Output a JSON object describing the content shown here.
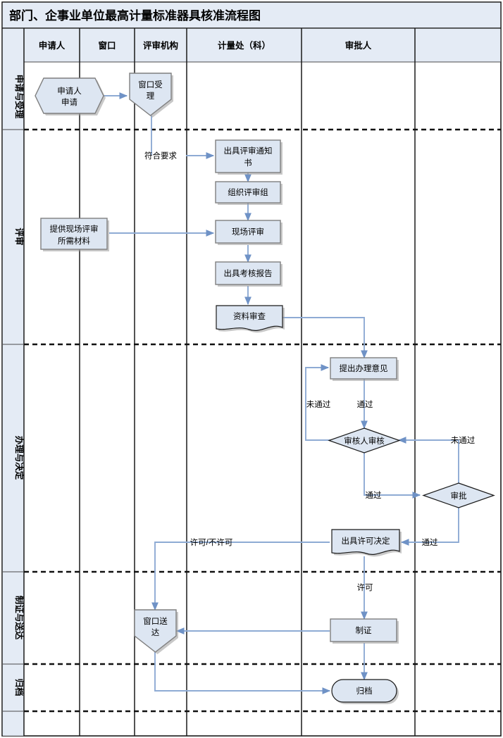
{
  "document": {
    "title": "部门、企事业单位最高计量标准器具核准流程图",
    "accent_color": "#8eabd4",
    "shape_fill": "#dde6f2",
    "header_fill": "#e4ebf5"
  },
  "columns": [
    {
      "id": "applicant",
      "label": "申请人"
    },
    {
      "id": "window",
      "label": "窗口"
    },
    {
      "id": "review-org",
      "label": "评审机构"
    },
    {
      "id": "metrology-dept",
      "label": "计量处（科）"
    },
    {
      "id": "approver",
      "label": "审批人"
    }
  ],
  "bands": [
    {
      "id": "apply-accept",
      "label": "申请与受理"
    },
    {
      "id": "review",
      "label": "评审"
    },
    {
      "id": "process-decide",
      "label": "办理与决定"
    },
    {
      "id": "issue-deliver",
      "label": "制证与送达"
    },
    {
      "id": "archive",
      "label": "归档"
    }
  ],
  "nodes": [
    {
      "id": "applicant-apply",
      "label": "申请人申请",
      "line1": "申请人",
      "line2": "申请",
      "shape": "hexagon",
      "column": "applicant",
      "band": "apply-accept"
    },
    {
      "id": "window-accept",
      "label": "窗口受理",
      "line1": "窗口受",
      "line2": "理",
      "shape": "pentagon-down",
      "column": "window",
      "band": "apply-accept"
    },
    {
      "id": "issue-review-notice",
      "label": "出具评审通知书",
      "line1": "出具评审通知",
      "line2": "书",
      "shape": "rect",
      "column": "review-org",
      "band": "review"
    },
    {
      "id": "organize-review-group",
      "label": "组织评审组",
      "line1": "组织评审组",
      "line2": "",
      "shape": "rect",
      "column": "review-org",
      "band": "review"
    },
    {
      "id": "onsite-review",
      "label": "现场评审",
      "line1": "现场评审",
      "line2": "",
      "shape": "rect",
      "column": "review-org",
      "band": "review"
    },
    {
      "id": "issue-assessment-report",
      "label": "出具考核报告",
      "line1": "出具考核报告",
      "line2": "",
      "shape": "rect",
      "column": "review-org",
      "band": "review"
    },
    {
      "id": "material-review",
      "label": "资料审查",
      "line1": "资料审查",
      "line2": "",
      "shape": "document",
      "column": "review-org",
      "band": "review"
    },
    {
      "id": "provide-materials",
      "label": "提供现场评审所需材料",
      "line1": "提供现场评审",
      "line2": "所需材料",
      "shape": "rect",
      "column": "applicant",
      "band": "review"
    },
    {
      "id": "propose-opinion",
      "label": "提出办理意见",
      "line1": "提出办理意见",
      "line2": "",
      "shape": "rect",
      "column": "metrology-dept",
      "band": "process-decide"
    },
    {
      "id": "reviewer-check",
      "label": "审核人审核",
      "line1": "审核人审核",
      "line2": "",
      "shape": "diamond",
      "column": "metrology-dept",
      "band": "process-decide"
    },
    {
      "id": "approval",
      "label": "审批",
      "line1": "审批",
      "line2": "",
      "shape": "diamond",
      "column": "approver",
      "band": "process-decide"
    },
    {
      "id": "issue-permit-decision",
      "label": "出具许可决定",
      "line1": "出具许可决定",
      "line2": "",
      "shape": "document",
      "column": "metrology-dept",
      "band": "process-decide"
    },
    {
      "id": "window-delivery",
      "label": "窗口送达",
      "line1": "窗口送",
      "line2": "达",
      "shape": "pentagon-down",
      "column": "window",
      "band": "issue-deliver"
    },
    {
      "id": "make-certificate",
      "label": "制证",
      "line1": "制证",
      "line2": "",
      "shape": "rect",
      "column": "metrology-dept",
      "band": "issue-deliver"
    },
    {
      "id": "archive-node",
      "label": "归档",
      "line1": "归档",
      "line2": "",
      "shape": "rounded",
      "column": "metrology-dept",
      "band": "archive"
    }
  ],
  "edge_labels": [
    {
      "id": "meets-requirements",
      "text": "符合要求"
    },
    {
      "id": "not-passed-left",
      "text": "未通过"
    },
    {
      "id": "passed-to-reviewer",
      "text": "通过"
    },
    {
      "id": "not-passed-right",
      "text": "未通过"
    },
    {
      "id": "passed-to-approval",
      "text": "通过"
    },
    {
      "id": "passed-to-decision",
      "text": "通过"
    },
    {
      "id": "permit-or-not",
      "text": "许可/不许可"
    },
    {
      "id": "permit",
      "text": "许可"
    }
  ]
}
